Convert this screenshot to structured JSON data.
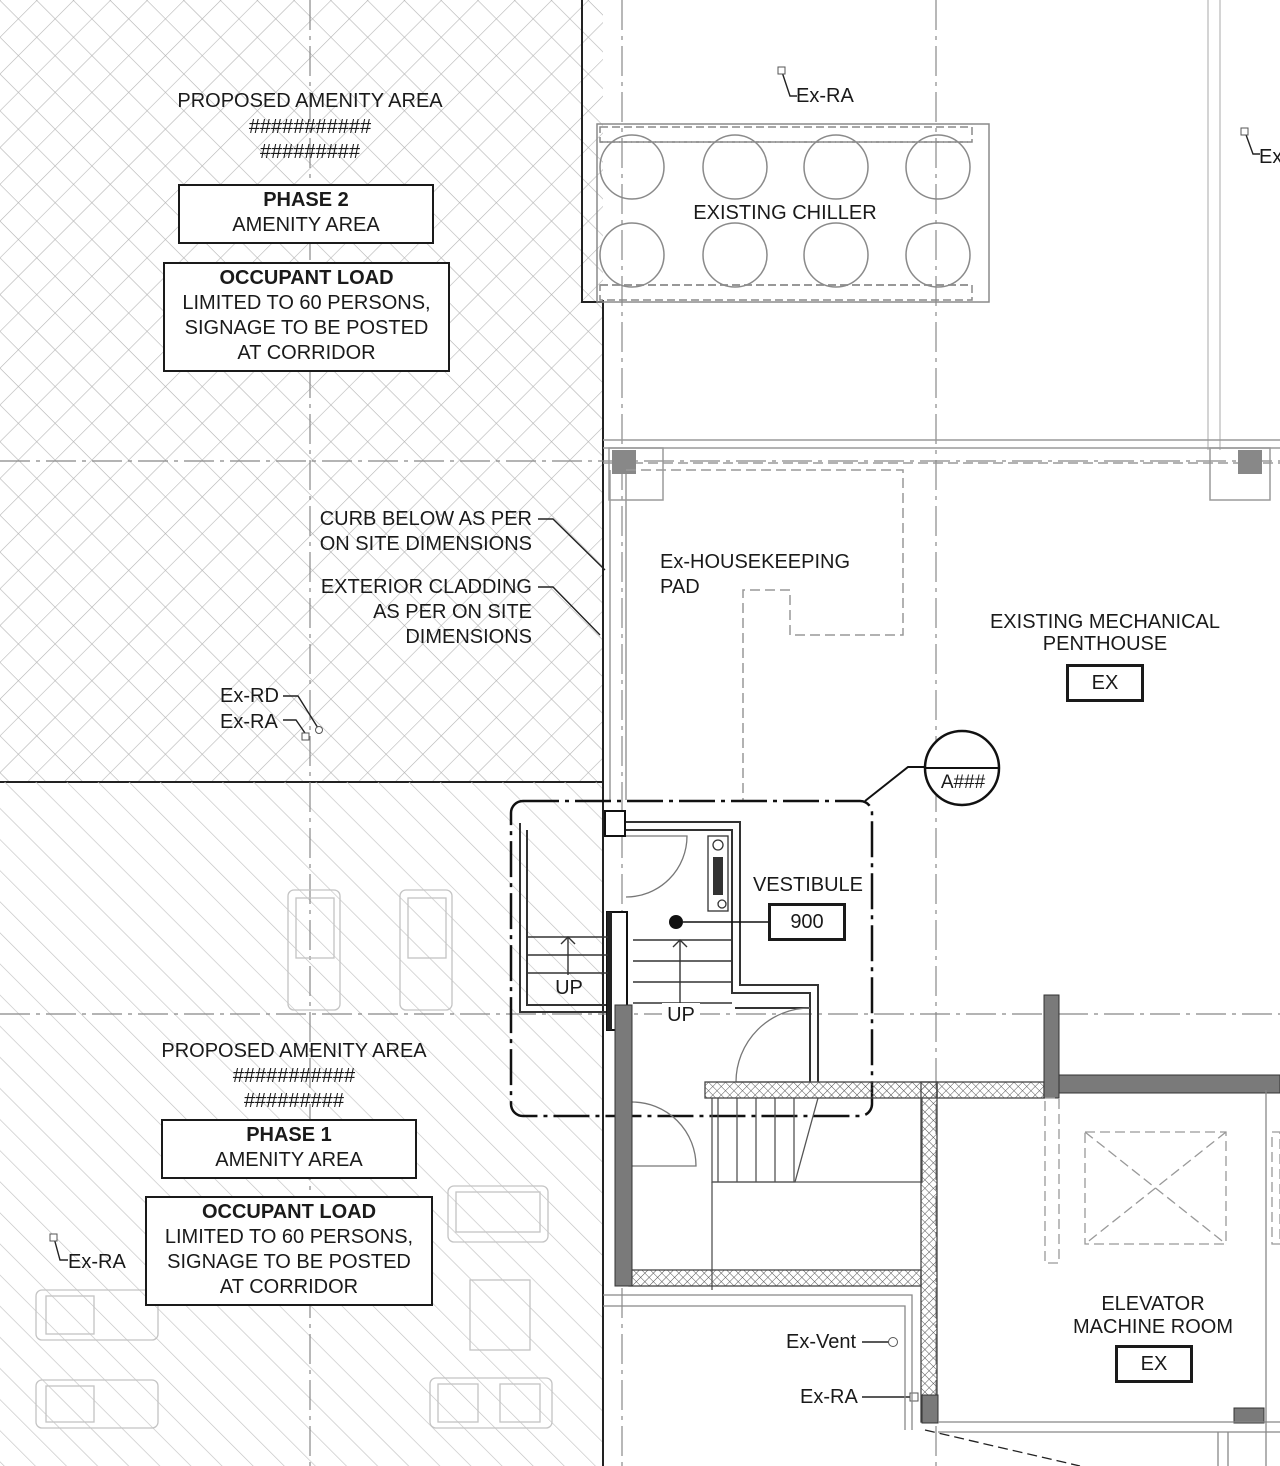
{
  "phase2": {
    "area_title": "PROPOSED AMENITY AREA",
    "hash_line_1": "###########",
    "hash_line_2": "#########",
    "phase_box": {
      "title": "PHASE 2",
      "subtitle": "AMENITY AREA"
    },
    "occupant_box": {
      "title": "OCCUPANT LOAD",
      "lines": [
        "LIMITED TO 60 PERSONS,",
        "SIGNAGE TO BE POSTED",
        "AT CORRIDOR"
      ]
    }
  },
  "phase1": {
    "area_title": "PROPOSED AMENITY AREA",
    "hash_line_1": "###########",
    "hash_line_2": "#########",
    "phase_box": {
      "title": "PHASE 1",
      "subtitle": "AMENITY AREA"
    },
    "occupant_box": {
      "title": "OCCUPANT LOAD",
      "lines": [
        "LIMITED TO 60 PERSONS,",
        "SIGNAGE TO BE POSTED",
        "AT CORRIDOR"
      ]
    }
  },
  "notes": {
    "curb": [
      "CURB BELOW AS PER",
      "ON SITE DIMENSIONS"
    ],
    "cladding": [
      "EXTERIOR CLADDING",
      "AS PER ON SITE",
      "DIMENSIONS"
    ]
  },
  "rooms": {
    "chiller": "EXISTING CHILLER",
    "housekeeping": [
      "Ex-HOUSEKEEPING",
      "PAD"
    ],
    "mech_penthouse": {
      "name": [
        "EXISTING MECHANICAL",
        "PENTHOUSE"
      ],
      "tag": "EX"
    },
    "vestibule": {
      "name": "VESTIBULE",
      "tag": "900"
    },
    "elevator_room": {
      "name": [
        "ELEVATOR",
        "MACHINE ROOM"
      ],
      "tag": "EX"
    }
  },
  "detail_callout": "A###",
  "stairs": {
    "up_left": "UP",
    "up_right": "UP"
  },
  "fixtures": {
    "ex_ra_top": "Ex-RA",
    "ex_ra_top_right": "Ex",
    "ex_rd_mid": "Ex-RD",
    "ex_ra_mid": "Ex-RA",
    "ex_ra_bottom_left": "Ex-RA",
    "ex_vent": "Ex-Vent",
    "ex_ra_bottom": "Ex-RA"
  }
}
